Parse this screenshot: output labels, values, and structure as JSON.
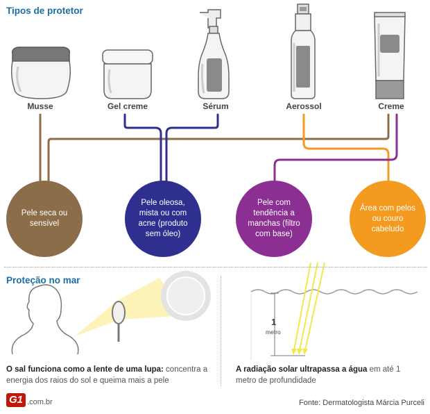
{
  "section1": {
    "title": "Tipos de protetor"
  },
  "products": [
    {
      "label": "Musse"
    },
    {
      "label": "Gel creme"
    },
    {
      "label": "Sérum"
    },
    {
      "label": "Aerossol"
    },
    {
      "label": "Creme"
    }
  ],
  "skin_types": [
    {
      "label": "Pele seca ou sensível",
      "color": "#8c6d4a"
    },
    {
      "label": "Pele oleosa, mista ou com acne (produto sem óleo)",
      "color": "#2e2f8f"
    },
    {
      "label": "Pele com tendência a manchas (filtro com base)",
      "color": "#8b2f93"
    },
    {
      "label": "Área com pelos ou couro cabeludo",
      "color": "#f39a1f"
    }
  ],
  "section2": {
    "title": "Proteção no mar"
  },
  "left_caption": {
    "bold": "O sal funciona como a lente de uma lupa:",
    "rest": " concentra a energia dos raios do sol e queima mais a pele"
  },
  "right_caption": {
    "bold": "A radiação solar ultrapassa a água",
    "rest": " em até 1 metro de profundidade"
  },
  "depth": {
    "value": "1",
    "unit": "metro"
  },
  "footer": {
    "logo": "G1",
    "domain": ".com.br",
    "source": "Fonte: Dermatologista Márcia Purceli"
  },
  "colors": {
    "title": "#1a6fa6",
    "brown": "#8c6d4a",
    "navy": "#2e2f8f",
    "purple": "#8b2f93",
    "orange": "#f39a1f",
    "brand": "#c4170c"
  }
}
